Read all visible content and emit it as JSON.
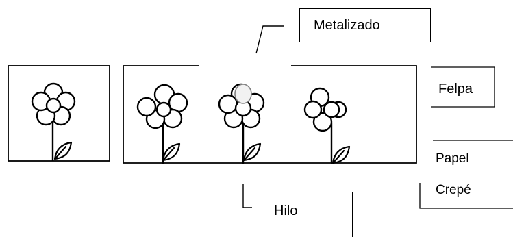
{
  "labels": {
    "metalizado": "Metalizado",
    "felpa": "Felpa",
    "papel": "Papel",
    "crepe": "Crepé",
    "hilo": "Hilo"
  },
  "icons": [
    "flower-icon",
    "leaf-icon",
    "circle-marker-icon"
  ],
  "colors": {
    "ink": "#000000",
    "background": "#ffffff",
    "marker_fill": "#f2f2f2",
    "marker_stroke": "#808080"
  }
}
